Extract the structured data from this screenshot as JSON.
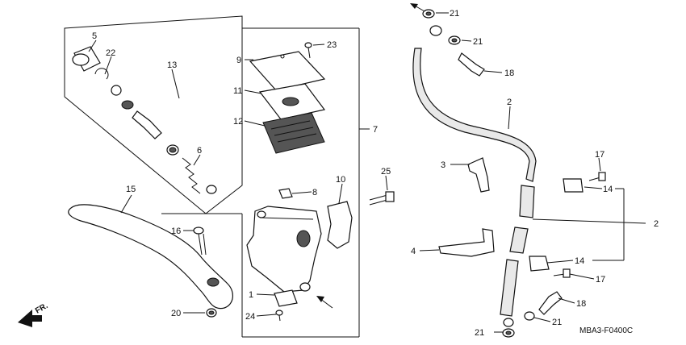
{
  "diagram": {
    "code": "MBA3-F0400C",
    "direction_label": "FR.",
    "labels": {
      "p5": "5",
      "p22": "22",
      "p13": "13",
      "p6": "6",
      "p15": "15",
      "p16": "16",
      "p20": "20",
      "p23": "23",
      "p9": "9",
      "p11": "11",
      "p12": "12",
      "p7": "7",
      "p10": "10",
      "p8": "8",
      "p25": "25",
      "p1": "1",
      "p24": "24",
      "p21a": "21",
      "p21b": "21",
      "p18a": "18",
      "p2a": "2",
      "p3": "3",
      "p17a": "17",
      "p14a": "14",
      "p2b": "2",
      "p4": "4",
      "p14b": "14",
      "p17b": "17",
      "p18b": "18",
      "p21c": "21",
      "p21d": "21"
    },
    "icons": {
      "direction": "fr-arrow-icon",
      "pointer": "pointer-arrow-icon"
    }
  }
}
